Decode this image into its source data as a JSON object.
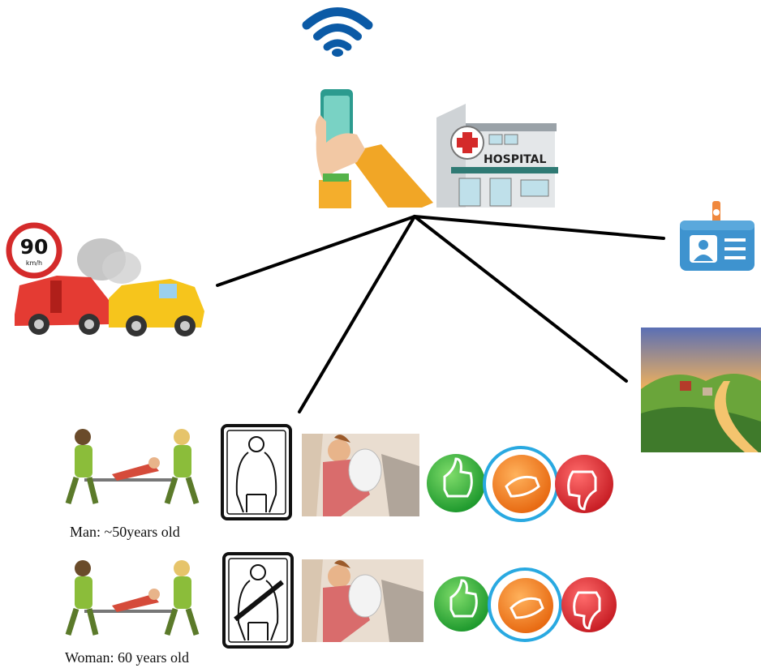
{
  "speed_sign": {
    "value": "90",
    "unit": "km/h"
  },
  "hospital_sign": "HOSPITAL",
  "people": [
    {
      "caption": "Man: ~50years old",
      "seatbelt": "unbuckled",
      "rating": "neutral"
    },
    {
      "caption": "Woman: 60 years old",
      "seatbelt": "buckled",
      "rating": "neutral"
    }
  ],
  "icons": [
    "wifi-icon",
    "smartphone-hand-icon",
    "hospital-icon",
    "id-badge-icon",
    "car-crash-icon",
    "countryside-icon",
    "stretcher-icon",
    "seatbelt-off-icon",
    "seatbelt-on-icon",
    "airbag-icon",
    "thumbs-up-icon",
    "thumbs-sideways-icon",
    "thumbs-down-icon"
  ],
  "colors": {
    "selection_ring": "#29a9e1",
    "thumb_up": "#2fae3a",
    "thumb_mid": "#f07a1c",
    "thumb_down": "#d9252c"
  }
}
